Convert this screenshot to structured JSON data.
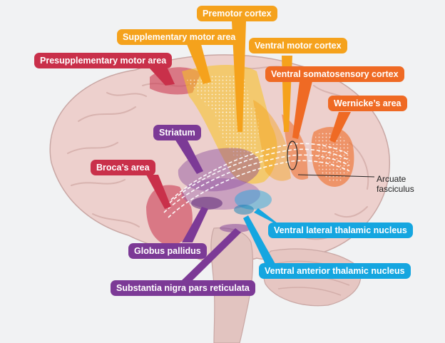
{
  "colors": {
    "background": "#f1f2f3",
    "brain_tissue": "#edd0cd",
    "yellow_region": "#f7c321",
    "orange_label": "#f5a21c",
    "dark_orange_label": "#ef6a24",
    "red_label": "#c9304a",
    "purple_label": "#7c3a96",
    "blue_label": "#15a6e0",
    "fasciculus_stroke": "#ffffff"
  },
  "labels": {
    "premotor_cortex": "Premotor cortex",
    "supplementary_motor_area": "Supplementary motor area",
    "ventral_motor_cortex": "Ventral motor cortex",
    "presupplementary_motor_area": "Presupplementary motor area",
    "ventral_somatosensory_cortex": "Ventral somatosensory cortex",
    "wernickes_area": "Wernicke’s area",
    "striatum": "Striatum",
    "brocas_area": "Broca’s area",
    "arcuate_fasciculus_line1": "Arcuate",
    "arcuate_fasciculus_line2": "fasciculus",
    "ventral_lateral_thalamic_nucleus": "Ventral lateral thalamic nucleus",
    "globus_pallidus": "Globus pallidus",
    "ventral_anterior_thalamic_nucleus": "Ventral anterior thalamic nucleus",
    "substantia_nigra_pars_reticulata": "Substantia nigra pars reticulata"
  }
}
